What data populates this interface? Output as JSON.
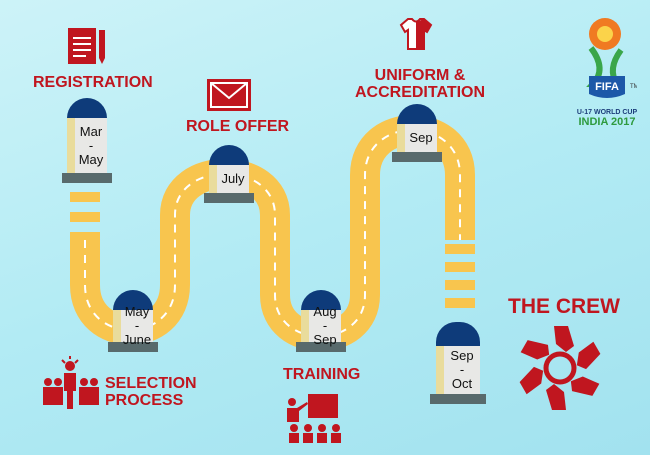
{
  "steps": [
    {
      "label": "REGISTRATION",
      "period": [
        "Mar",
        "-",
        "May"
      ]
    },
    {
      "label": "SELECTION",
      "label2": "PROCESS",
      "period": [
        "May",
        "-",
        "June"
      ]
    },
    {
      "label": "ROLE OFFER",
      "period": [
        "July"
      ]
    },
    {
      "label": "TRAINING",
      "period": [
        "Aug",
        "-",
        "Sep"
      ]
    },
    {
      "label": "UNIFORM &",
      "label2": "ACCREDITATION",
      "period": [
        "Sep"
      ]
    },
    {
      "label": "THE CREW",
      "period": [
        "Sep",
        "-",
        "Oct"
      ]
    }
  ],
  "logo": {
    "brand": "FIFA",
    "tm": "TM",
    "line1": "U-17 WORLD CUP",
    "line2": "INDIA 2017"
  },
  "colors": {
    "red": "#c0161f",
    "navy": "#0e3b7a",
    "road": "#f8c54e",
    "background": "#b2ebf4"
  }
}
